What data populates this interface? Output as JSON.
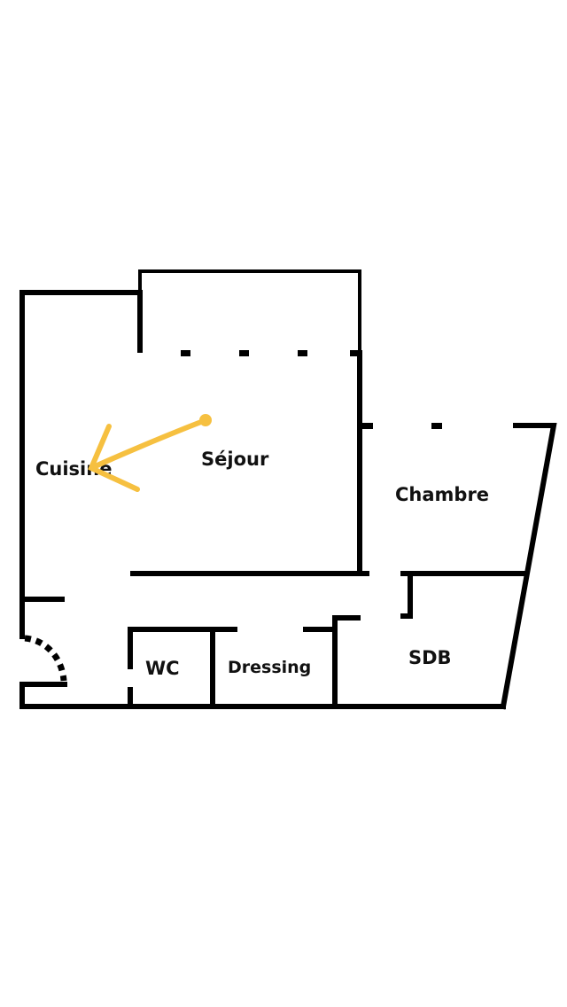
{
  "rooms": {
    "cuisine": "Cuisine",
    "sejour": "Séjour",
    "chambre": "Chambre",
    "wc": "WC",
    "dressing": "Dressing",
    "sdb": "SDB"
  },
  "annotation": {
    "color": "#F6C040",
    "icon": "arrow-annotation"
  },
  "wall_color": "#000000"
}
